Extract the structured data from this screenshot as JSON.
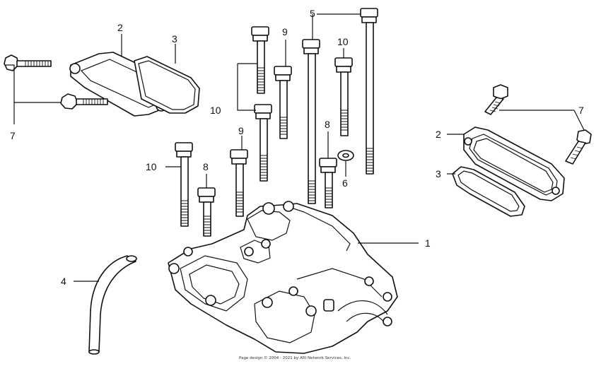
{
  "callouts": {
    "c1": "1",
    "c2_left": "2",
    "c2_right": "2",
    "c3_left": "3",
    "c3_right": "3",
    "c4": "4",
    "c5": "5",
    "c6": "6",
    "c7_left": "7",
    "c7_right": "7",
    "c8_upper": "8",
    "c8_lower": "8",
    "c9_upper": "9",
    "c9_lower": "9",
    "c10_top": "10",
    "c10_mid": "10",
    "c10_bottom": "10"
  },
  "footer": "Page design © 2004 - 2021 by ARI Network Services, Inc."
}
